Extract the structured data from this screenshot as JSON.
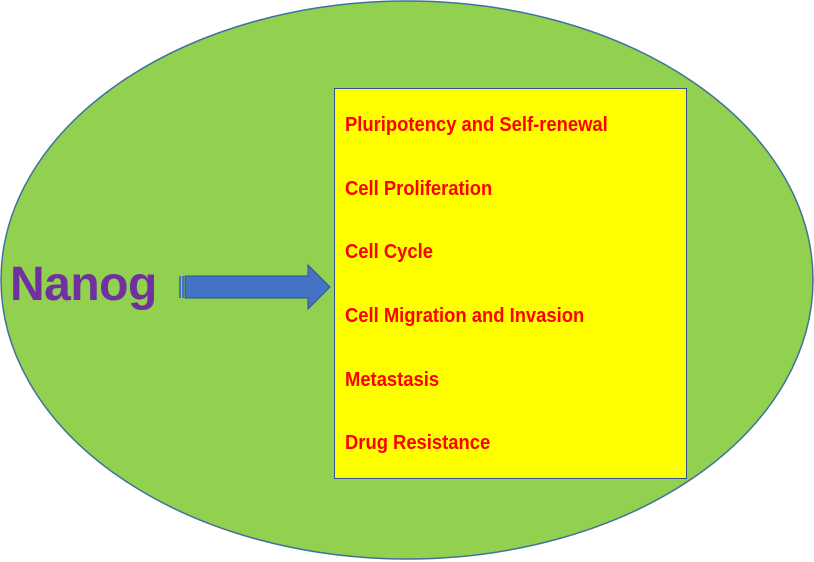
{
  "diagram": {
    "source_label": "Nanog",
    "arrow": "right-arrow",
    "effects": [
      "Pluripotency and Self-renewal",
      "Cell Proliferation",
      "Cell Cycle",
      "Cell Migration and Invasion",
      "Metastasis",
      "Drug Resistance"
    ],
    "colors": {
      "ellipse_fill": "#92d050",
      "ellipse_stroke": "#41719c",
      "box_fill": "#ffff00",
      "text_effects": "#ff0000",
      "nanog_text": "#7030a0",
      "arrow_fill": "#4472c4"
    }
  }
}
